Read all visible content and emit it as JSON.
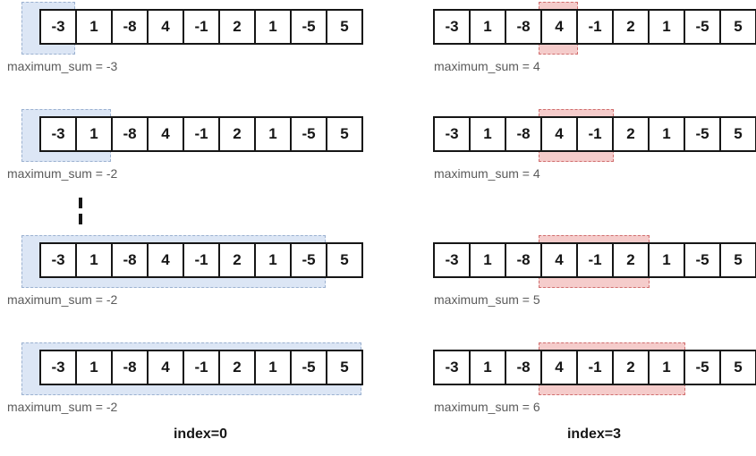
{
  "colors": {
    "blue_fill": "#dce6f5",
    "blue_border": "#9bb1d0",
    "pink_fill": "#f5cccb",
    "pink_border": "#d06e6e",
    "text_gray": "#5b5b5b",
    "ink": "#161616"
  },
  "array_values": [
    "-3",
    "1",
    "-8",
    "4",
    "-1",
    "2",
    "1",
    "-5",
    "5"
  ],
  "columns": [
    {
      "id": "left",
      "index_label": "index=0",
      "highlight": "blue",
      "ellipsis": true,
      "steps": [
        {
          "hl_from": 0,
          "hl_to": 0,
          "sum_label": "maximum_sum = -3"
        },
        {
          "hl_from": 0,
          "hl_to": 1,
          "sum_label": "maximum_sum = -2"
        },
        {
          "hl_from": 0,
          "hl_to": 7,
          "sum_label": "maximum_sum = -2"
        },
        {
          "hl_from": 0,
          "hl_to": 8,
          "sum_label": "maximum_sum = -2"
        }
      ]
    },
    {
      "id": "right",
      "index_label": "index=3",
      "highlight": "pink",
      "ellipsis": false,
      "steps": [
        {
          "hl_from": 3,
          "hl_to": 3,
          "sum_label": "maximum_sum = 4"
        },
        {
          "hl_from": 3,
          "hl_to": 4,
          "sum_label": "maximum_sum = 4"
        },
        {
          "hl_from": 3,
          "hl_to": 5,
          "sum_label": "maximum_sum = 5"
        },
        {
          "hl_from": 3,
          "hl_to": 6,
          "sum_label": "maximum_sum = 6"
        }
      ]
    }
  ]
}
